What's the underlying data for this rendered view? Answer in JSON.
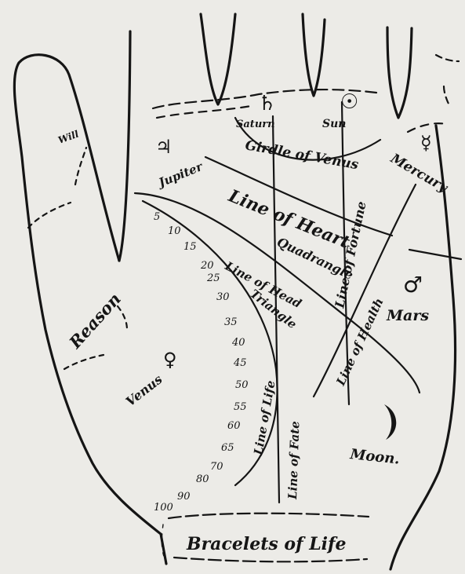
{
  "labels": {
    "will": "Will",
    "jupiter": "Jupiter",
    "saturn": "Saturn",
    "sun": "Sun",
    "girdle_of_venus": "Girdle of Venus",
    "mercury": "Mercury",
    "line_of_heart": "Line of Heart",
    "quadrangle": "Quadrangle",
    "line_of_fortune": "Line of Fortune",
    "line_of_head": "Line of Head",
    "line_of_health": "Line of Health",
    "triangle": "Triangle",
    "mars": "Mars",
    "reason": "Reason",
    "venus": "Venus",
    "line_of_life": "Line of Life",
    "line_of_fate": "Line of Fate",
    "moon": "Moon.",
    "bracelets_of_life": "Bracelets of Life"
  },
  "symbols": {
    "jupiter": "♃",
    "saturn": "♄",
    "sun": "☉",
    "mercury": "☿",
    "mars": "♂",
    "venus": "♀",
    "moon": "☽"
  },
  "life_ages": [
    "5",
    "10",
    "15",
    "20",
    "25",
    "30",
    "35",
    "40",
    "45",
    "50",
    "55",
    "60",
    "65",
    "70",
    "80",
    "90",
    "100"
  ]
}
